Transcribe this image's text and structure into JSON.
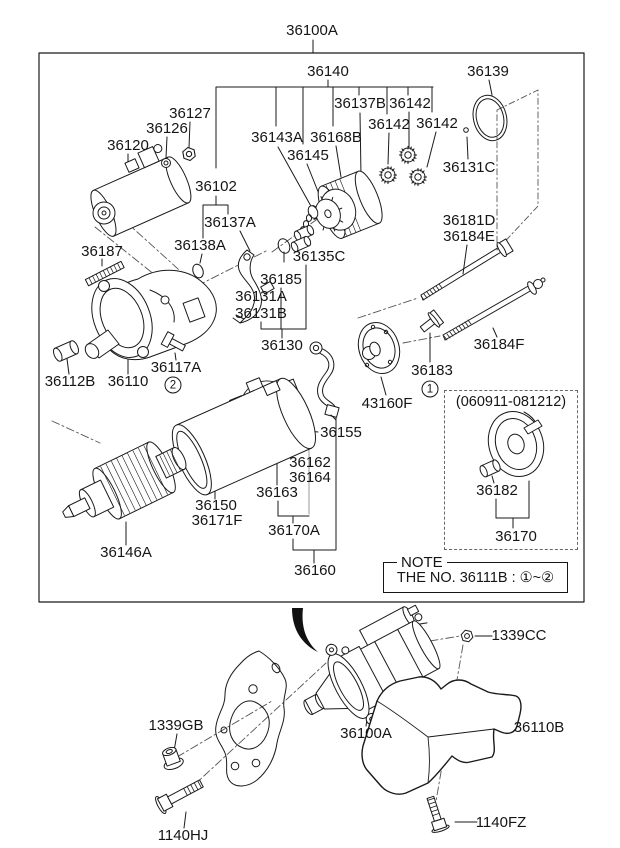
{
  "diagram": {
    "colors": {
      "line": "#1a1a1a",
      "dash": "#555555",
      "background": "#ffffff"
    },
    "labels": [
      {
        "t": "36100A"
      },
      {
        "t": "36140"
      },
      {
        "t": "36139"
      },
      {
        "t": "36137B"
      },
      {
        "t": "36142"
      },
      {
        "t": "36142"
      },
      {
        "t": "36142"
      },
      {
        "t": "36127"
      },
      {
        "t": "36126"
      },
      {
        "t": "36143A"
      },
      {
        "t": "36168B"
      },
      {
        "t": "36120"
      },
      {
        "t": "36145"
      },
      {
        "t": "36131C"
      },
      {
        "t": "36102"
      },
      {
        "t": "36181D"
      },
      {
        "t": "36184E"
      },
      {
        "t": "36137A"
      },
      {
        "t": "36138A"
      },
      {
        "t": "36187"
      },
      {
        "t": "36135C"
      },
      {
        "t": "36185"
      },
      {
        "t": "36131A"
      },
      {
        "t": "36131B"
      },
      {
        "t": "36130"
      },
      {
        "t": "36184F"
      },
      {
        "t": "36183"
      },
      {
        "t": "36112B"
      },
      {
        "t": "36110"
      },
      {
        "t": "36117A"
      },
      {
        "t": "43160F"
      },
      {
        "t": "36155"
      },
      {
        "t": "36162"
      },
      {
        "t": "36164"
      },
      {
        "t": "36163"
      },
      {
        "t": "36150"
      },
      {
        "t": "36171F"
      },
      {
        "t": "36182"
      },
      {
        "t": "36170A"
      },
      {
        "t": "36170"
      },
      {
        "t": "36146A"
      },
      {
        "t": "36160"
      },
      {
        "t": "1339CC"
      },
      {
        "t": "36100A"
      },
      {
        "t": "36110B"
      },
      {
        "t": "1339GB"
      },
      {
        "t": "1140HJ"
      },
      {
        "t": "1140FZ"
      }
    ],
    "callouts": {
      "c1": "1",
      "c2": "2"
    },
    "note": {
      "title": "NOTE",
      "text": "THE NO. 36111B : ①~②"
    },
    "date_range": "(060911-081212)"
  }
}
